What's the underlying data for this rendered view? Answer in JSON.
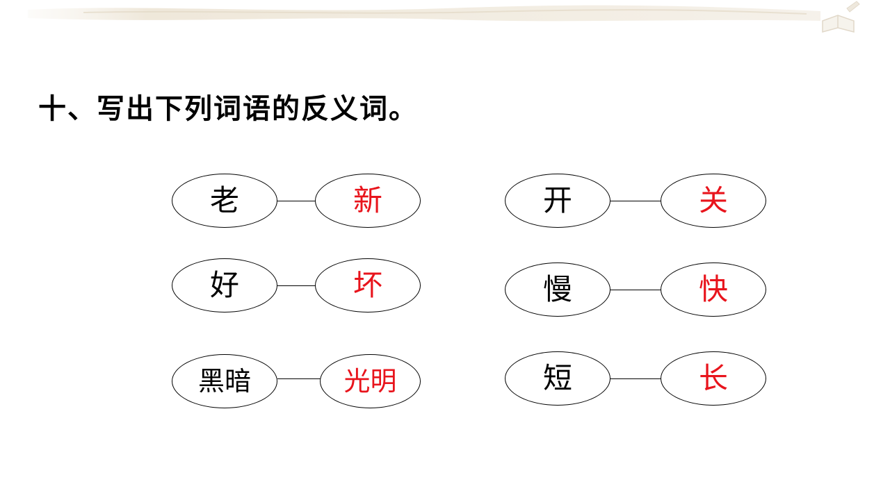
{
  "title": "十、写出下列词语的反义词。",
  "pairs": [
    {
      "word": "老",
      "answer": "新"
    },
    {
      "word": "好",
      "answer": "坏"
    },
    {
      "word": "黑暗",
      "answer": "光明"
    },
    {
      "word": "开",
      "answer": "关"
    },
    {
      "word": "慢",
      "answer": "快"
    },
    {
      "word": "短",
      "answer": "长"
    }
  ],
  "colors": {
    "answer": "#e8141c",
    "text": "#000000"
  }
}
